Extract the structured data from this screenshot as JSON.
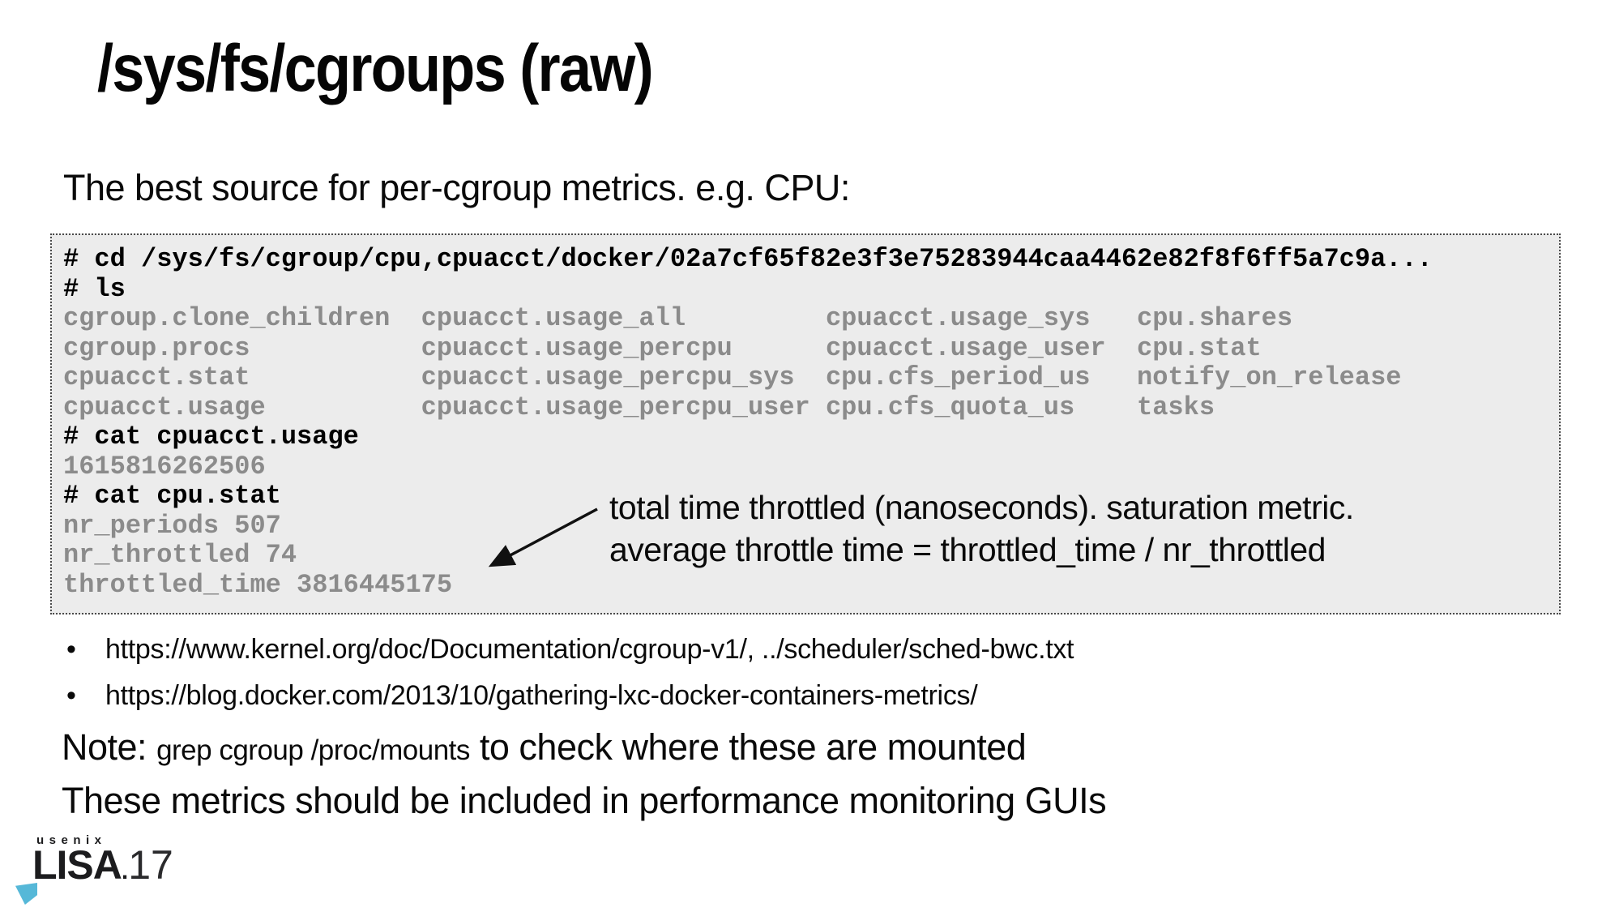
{
  "title": "/sys/fs/cgroups (raw)",
  "subtitle": "The best source for per-cgroup metrics. e.g. CPU:",
  "terminal": {
    "lines": [
      {
        "text": "# cd /sys/fs/cgroup/cpu,cpuacct/docker/02a7cf65f82e3f3e75283944caa4462e82f8f6ff5a7c9a...",
        "type": "command"
      },
      {
        "text": "# ls",
        "type": "command"
      },
      {
        "text": "cgroup.clone_children  cpuacct.usage_all         cpuacct.usage_sys   cpu.shares",
        "type": "output"
      },
      {
        "text": "cgroup.procs           cpuacct.usage_percpu      cpuacct.usage_user  cpu.stat",
        "type": "output"
      },
      {
        "text": "cpuacct.stat           cpuacct.usage_percpu_sys  cpu.cfs_period_us   notify_on_release",
        "type": "output"
      },
      {
        "text": "cpuacct.usage          cpuacct.usage_percpu_user cpu.cfs_quota_us    tasks",
        "type": "output"
      },
      {
        "text": "# cat cpuacct.usage",
        "type": "command"
      },
      {
        "text": "1615816262506",
        "type": "output"
      },
      {
        "text": "# cat cpu.stat",
        "type": "command"
      },
      {
        "text": "nr_periods 507",
        "type": "output"
      },
      {
        "text": "nr_throttled 74",
        "type": "output"
      },
      {
        "text": "throttled_time 3816445175",
        "type": "output"
      }
    ]
  },
  "annotation": {
    "line1": "total time throttled (nanoseconds). saturation metric.",
    "line2": "average throttle time = throttled_time / nr_throttled"
  },
  "bullets": [
    "https://www.kernel.org/doc/Documentation/cgroup-v1/, ../scheduler/sched-bwc.txt",
    "https://blog.docker.com/2013/10/gathering-lxc-docker-containers-metrics/"
  ],
  "note": {
    "prefix": "Note: ",
    "code": "grep cgroup /proc/mounts",
    "suffix": " to check where these are mounted"
  },
  "closing": "These metrics should be included in performance monitoring GUIs",
  "footer": {
    "brand_top": "usenix",
    "brand_main": "LISA",
    "brand_sep": ".",
    "brand_year": "17"
  },
  "colors": {
    "terminal_background": "#ececec",
    "terminal_muted_text": "#8b8b8b",
    "terminal_command_text": "#000000",
    "brand_accent": "#56b8d8"
  }
}
